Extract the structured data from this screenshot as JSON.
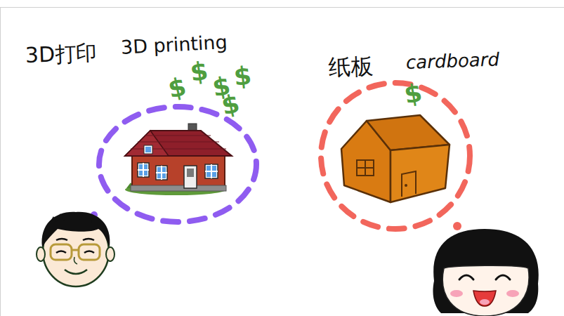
{
  "diagram": {
    "labels": [
      "3D打印",
      "3D printing",
      "$",
      "$",
      "$",
      "$",
      "$",
      "纸板",
      "cardboard",
      "$"
    ]
  }
}
